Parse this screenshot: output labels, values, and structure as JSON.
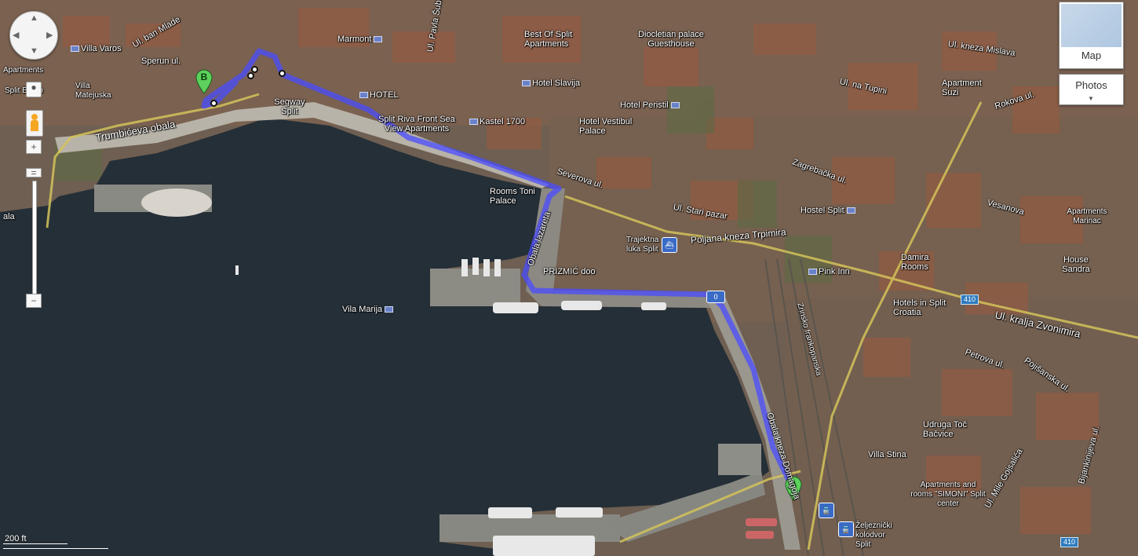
{
  "controls": {
    "pan_arrows": {
      "up": "▲",
      "down": "▼",
      "left": "◀",
      "right": "▶"
    },
    "zoom_in_label": "+",
    "zoom_out_label": "−",
    "map_type_label": "Map",
    "photos_label": "Photos",
    "scale_label": "200 ft"
  },
  "markers": {
    "start": "A",
    "end": "B"
  },
  "route_color": "#4a4cff",
  "labels": {
    "villa_varos": "Villa Varos",
    "ul_ban_mladena": "Ul. ban Mlade",
    "sperun_ul": "Sperun ul.",
    "apartments": "Apartments",
    "villa_matejuska": "Villa Matejuska",
    "split_bruno": "Split Bruno",
    "marmont": "Marmont",
    "ul_pavla_subica": "Ul. Pavla Šubića",
    "best_of_split": "Best Of Split Apartments",
    "diocletian_palace": "Diocletian palace Guesthouse",
    "hotel_slavija": "Hotel Slavija",
    "hotel_peristil": "Hotel Peristil",
    "hotel": "HOTEL",
    "kastel_1700": "Kastel 1700",
    "hotel_vestibul": "Hotel Vestibul Palace",
    "segway_split": "Segway Split",
    "split_riva_front": "Split Riva Front Sea View Apartments",
    "trumbiceva_obala": "Trumbićeva obala",
    "severova_ul": "Severova ul.",
    "rooms_toni_palace": "Rooms Toni Palace",
    "ul_stari_pazar": "Ul. Stari pazar",
    "trajektna_luka": "Trajektna luka Split",
    "poljana_kneza": "Poljana kneza Trpimira",
    "obala_lazareta": "Obala lazareta",
    "prizmic": "PRIZMIĆ doo",
    "vila_marija": "Vila Marija",
    "zagrebacka_ul": "Zagrebačka ul.",
    "ul_na_tupini": "Ul. na Tupini",
    "apartment_suzi": "Apartment Suzi",
    "rokova_ul": "Rokova ul.",
    "ul_kneza_mislava": "Ul. kneza Mislava",
    "hostel_split": "Hostel Split",
    "vesanova": "Vesanova",
    "apartments_marinac": "Apartments Marinac",
    "pink_inn": "Pink Inn",
    "damira_rooms": "Damira Rooms",
    "house_sandra": "House Sandra",
    "hotels_in_split": "Hotels in Split Croatia",
    "ul_kralja_zvonimira": "Ul. kralja Zvonimira",
    "petrova_ul": "Petrova ul.",
    "pojisanska_ul": "Pojišanska ul.",
    "zrinsko_frankopanska": "Zrinsko frankopanska",
    "obala_kneza_domagoja": "Obala kneza Domagoja",
    "udruga_toc": "Udruga Toč Bačvice",
    "villa_stina": "Villa Stina",
    "apartments_simoni": "Apartments and rooms \"SIMONI\" Split center",
    "zeljeznicki_kolodvor": "Željeznički kolodvor Split",
    "bijankinijeva_ul": "Bijankinijeva ul.",
    "ul_mile_gojsalica": "Ul. Mile Gojsalića",
    "ala": "ala",
    "shield_410": "410"
  }
}
